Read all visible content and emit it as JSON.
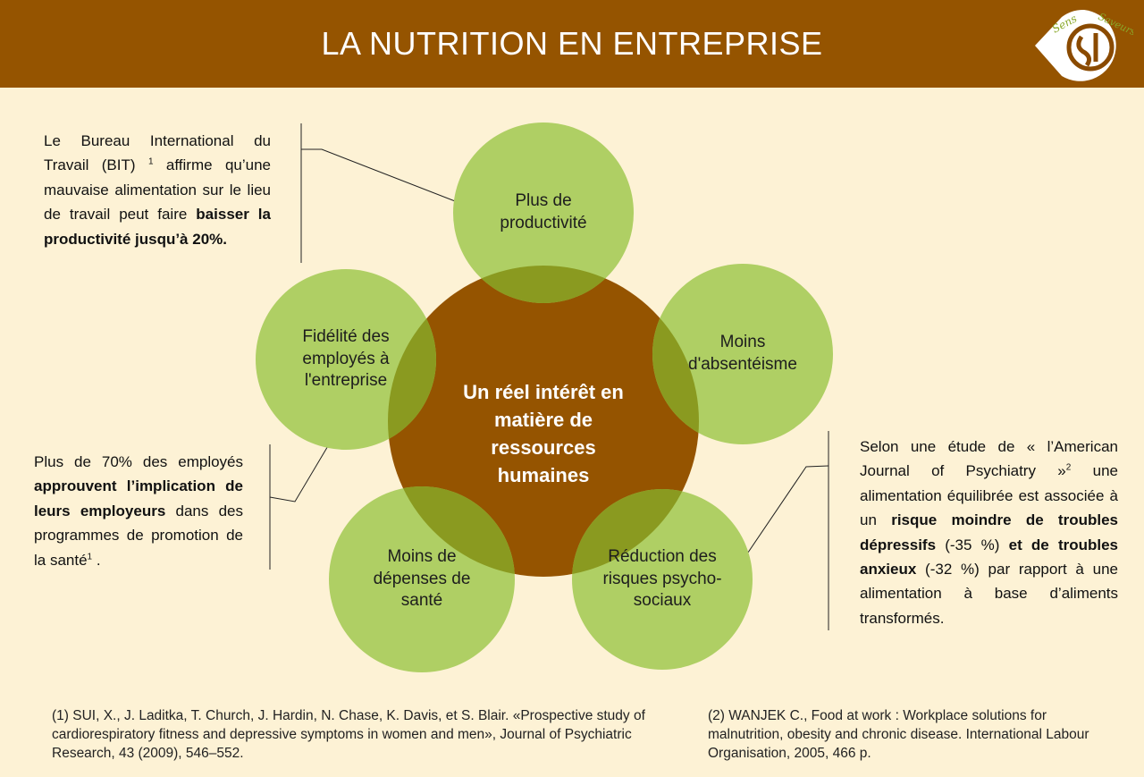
{
  "header": {
    "title": "LA NUTRITION EN ENTREPRISE",
    "logo_text": "Sens et Saveurs",
    "color": "#955400"
  },
  "colors": {
    "background": "#fdf2d5",
    "center": "#955400",
    "petal": "#afcf64",
    "overlap": "#8a9a20"
  },
  "diagram": {
    "center": {
      "label": "Un réel intérêt en matière de ressources humaines"
    },
    "petals": [
      {
        "id": "top",
        "label": "Plus de productivité"
      },
      {
        "id": "right",
        "label": "Moins d'absentéisme"
      },
      {
        "id": "bottom-right",
        "label": "Réduction des risques psycho-sociaux"
      },
      {
        "id": "bottom-left",
        "label": "Moins de dépenses de santé"
      },
      {
        "id": "left",
        "label": "Fidélité des employés à l'entreprise"
      }
    ]
  },
  "notes": {
    "bit": {
      "before": "Le Bureau International du Travail (BIT)",
      "sup": "1",
      "after": "affirme qu’une mauvaise alimentation sur le lieu de travail peut faire",
      "bold": "baisser la productivité jusqu’à 20%."
    },
    "employes": {
      "before": "Plus de 70% des employés",
      "bold": "approuvent l’implication de leurs employeurs",
      "after": "dans des programmes de promotion de la santé",
      "sup": "1",
      "end": "."
    },
    "psychiatry": {
      "before": "Selon une étude de « l’American Journal of Psychiatry »",
      "sup": "2",
      "middle": "une alimentation équilibrée est associée à un",
      "bold1": "risque moindre de troubles dépressifs",
      "pct1": "(-35 %)",
      "bold2": "et de troubles anxieux",
      "pct2": "(-32 %)",
      "after": "par rapport à une alimentation à base d’aliments transformés."
    }
  },
  "references": {
    "ref1": "(1) SUI, X., J. Laditka, T. Church, J. Hardin, N. Chase, K. Davis, et S. Blair. «Prospective study of cardiorespiratory fitness and depressive symptoms in women and men», Journal of Psychiatric Research, 43 (2009), 546–552.",
    "ref2": "(2) WANJEK C., Food at work : Workplace solutions for malnutrition, obesity and chronic disease. International Labour Organisation, 2005, 466 p."
  }
}
